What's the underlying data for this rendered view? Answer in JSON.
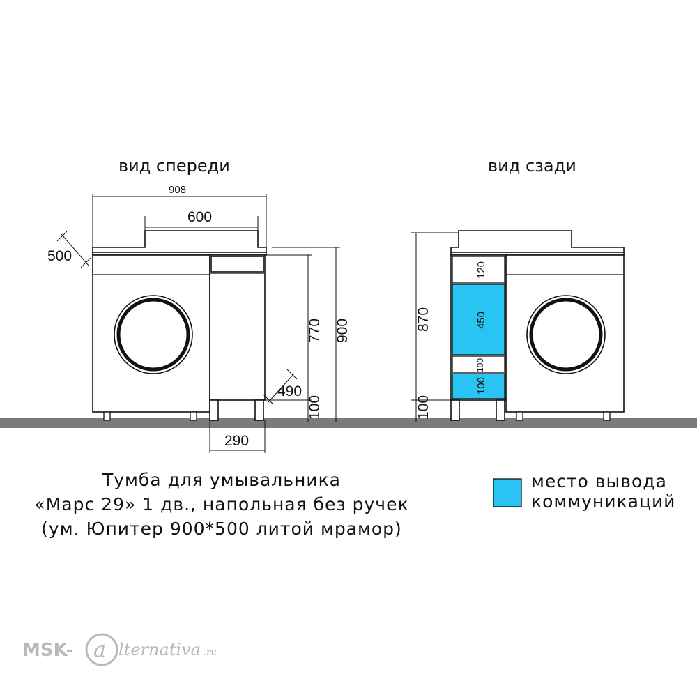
{
  "views": {
    "front": {
      "label": "вид спереди",
      "dims": {
        "total_width": "908",
        "basin_width": "600",
        "depth": "500",
        "cabinet_height": "770",
        "total_height": "900",
        "leg_height": "100",
        "small_depth": "490",
        "small_width": "290"
      }
    },
    "back": {
      "label": "вид сзади",
      "dims": {
        "height": "870",
        "leg_height": "100",
        "zone_top": "120",
        "zone_main": "450",
        "zone_mid": "100",
        "zone_low": "100"
      }
    }
  },
  "caption": {
    "line1": "Тумба для умывальника",
    "line2": "«Марс 29» 1 дв., напольная без ручек",
    "line3": "(ум. Юпитер 900*500 литой мрамор)"
  },
  "legend": {
    "line1": "место вывода",
    "line2": "коммуникаций",
    "color": "#29c3f4"
  },
  "logo": {
    "prefix": "MSK-",
    "script": "lternativa",
    "suffix": ".ru"
  },
  "colors": {
    "floor": "#7b7b7b",
    "communications": "#29c3f4"
  }
}
